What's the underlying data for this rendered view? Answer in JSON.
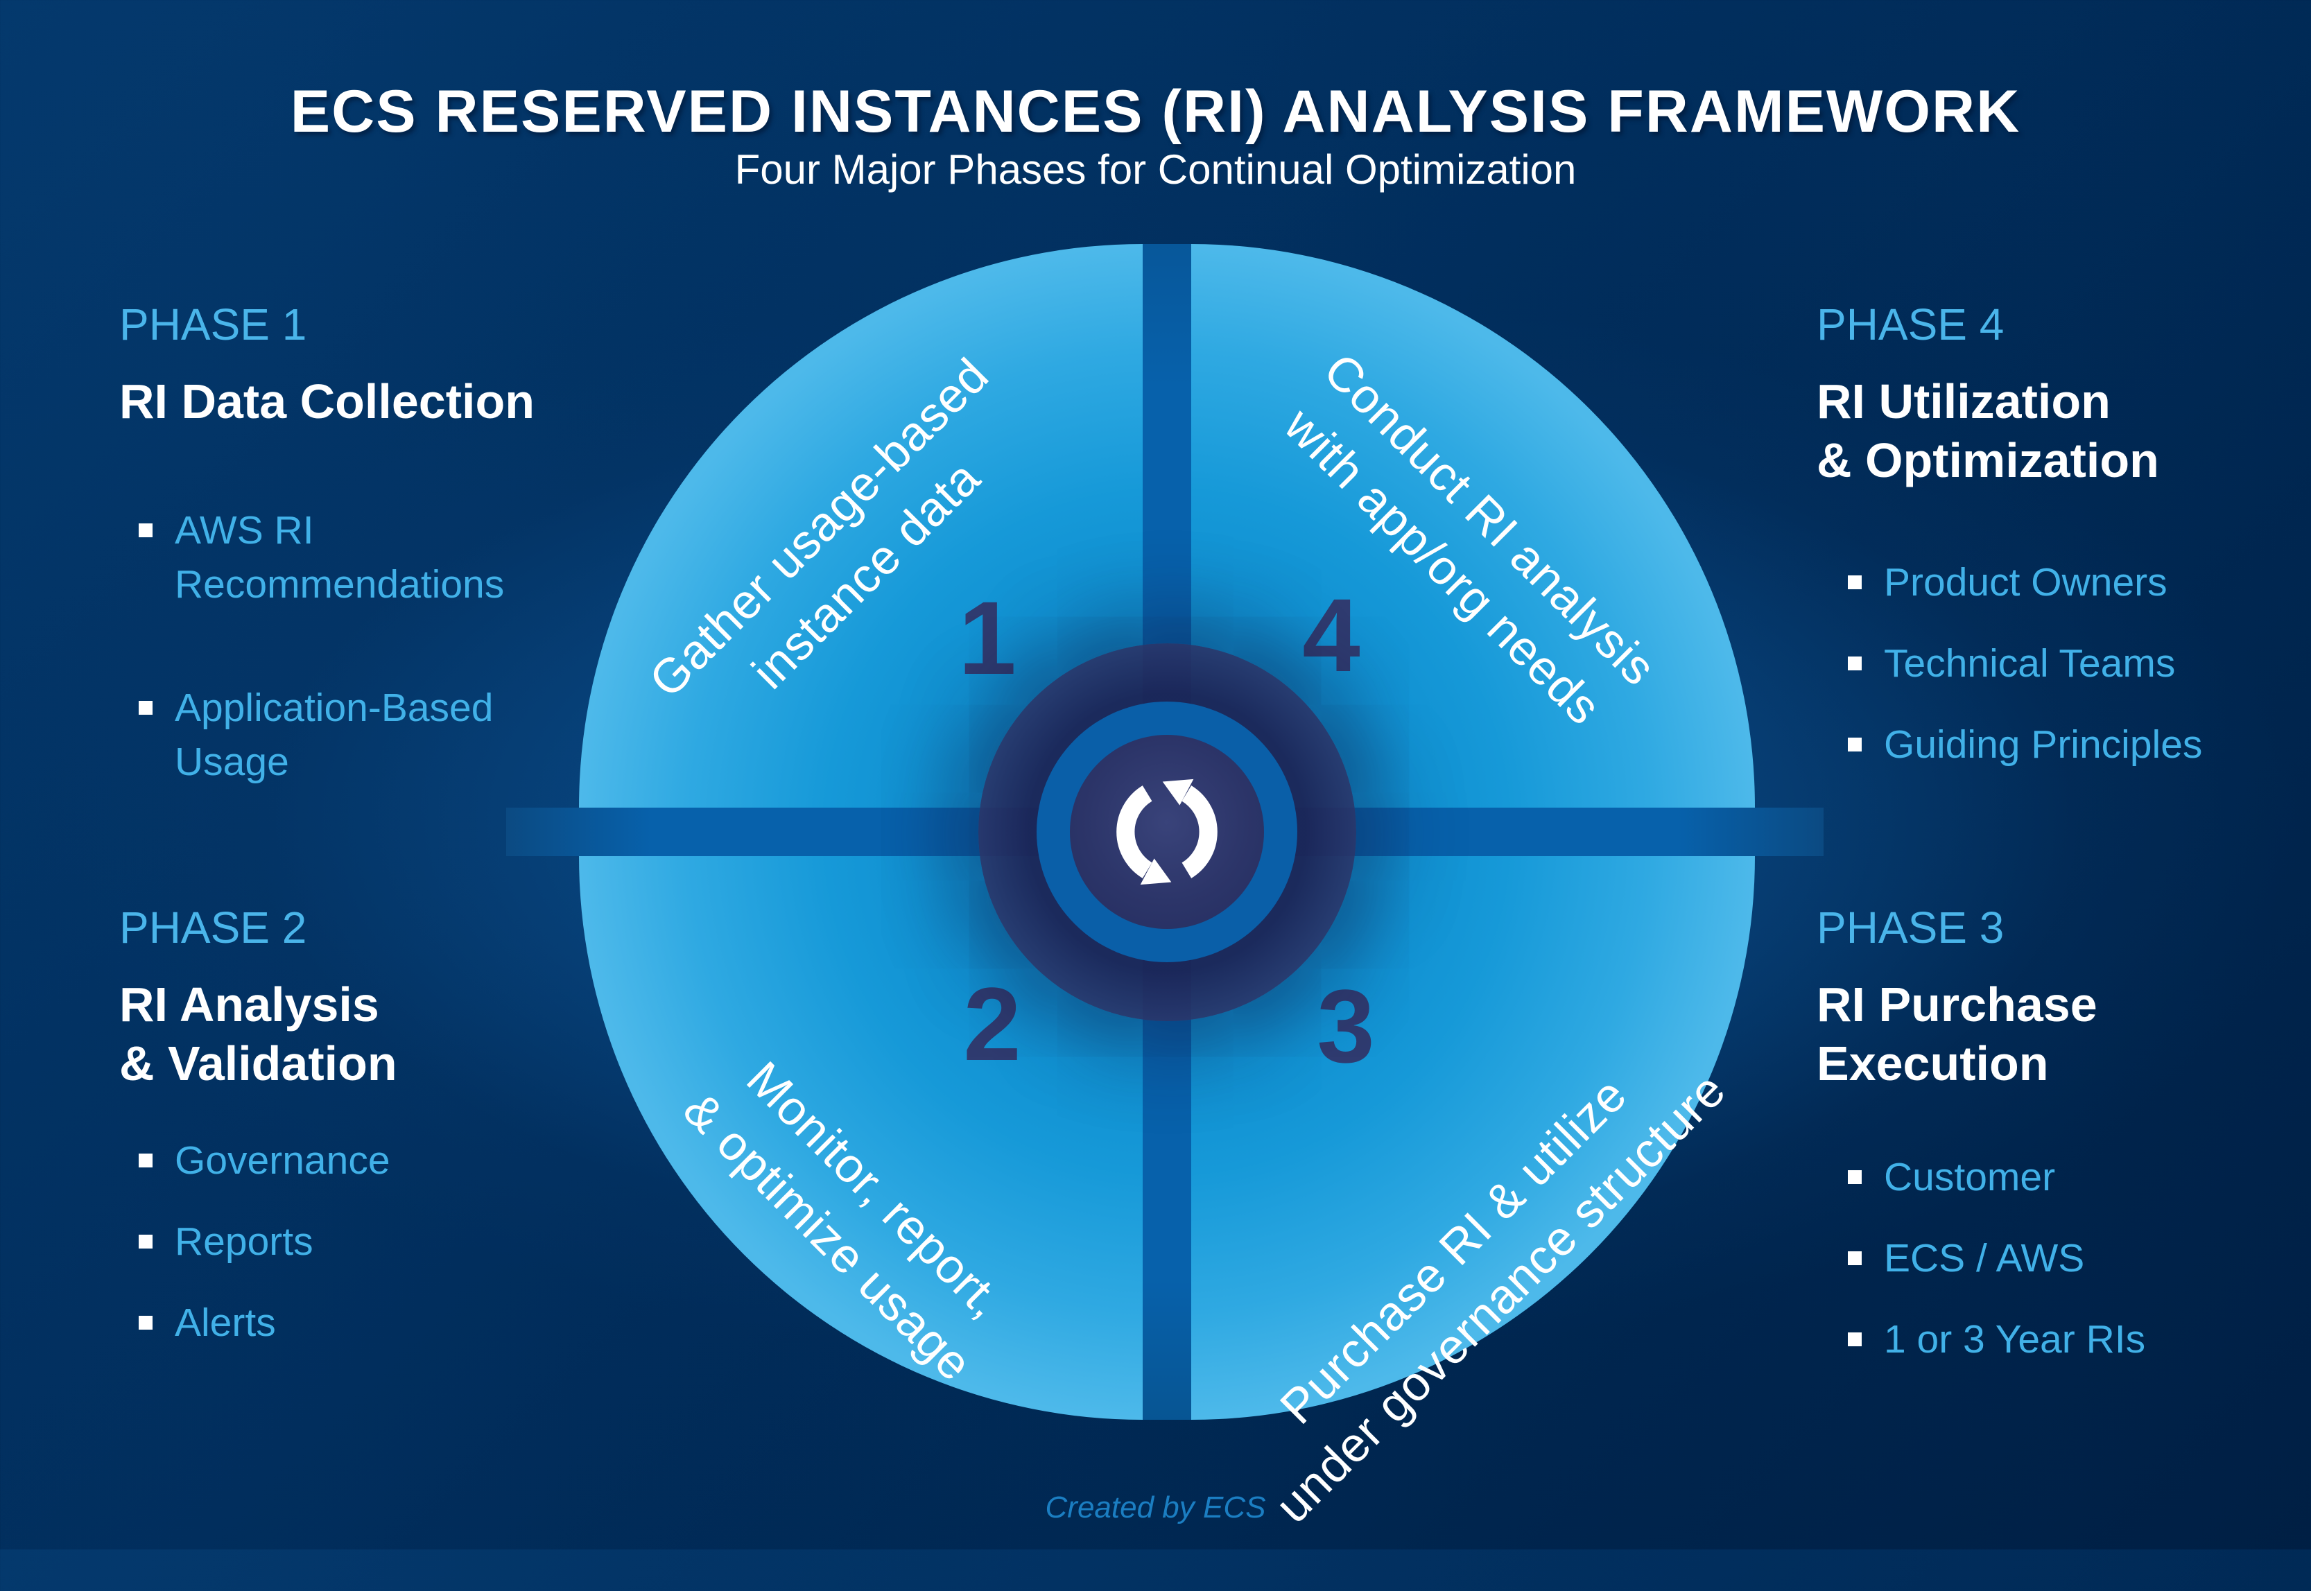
{
  "title": "ECS RESERVED INSTANCES (RI) ANALYSIS FRAMEWORK",
  "subtitle": "Four Major Phases for Continual Optimization",
  "footer_credit": "Created by ECS",
  "colors": {
    "background_navy": "#012e5d",
    "quadrant_blue": "#2aa7e1",
    "cross_bar_blue": "#0761ab",
    "hub_navy": "#2c3569",
    "phase_label_blue": "#4ab5ea",
    "bullet_text_blue": "#41b1e8",
    "heading_white": "#ffffff",
    "number_navy": "#2f3b70",
    "footer_blue": "#1b7ec2"
  },
  "phases": [
    {
      "label": "PHASE 1",
      "heading_lines": [
        "RI Data Collection",
        ""
      ],
      "bullets": [
        "AWS RI Recommendations",
        "Application-Based Usage"
      ]
    },
    {
      "label": "PHASE 2",
      "heading_lines": [
        "RI Analysis",
        "& Validation"
      ],
      "bullets": [
        "Governance",
        "Reports",
        "Alerts"
      ]
    },
    {
      "label": "PHASE 3",
      "heading_lines": [
        "RI Purchase",
        "Execution"
      ],
      "bullets": [
        "Customer",
        "ECS / AWS",
        "1 or 3 Year RIs"
      ]
    },
    {
      "label": "PHASE 4",
      "heading_lines": [
        "RI Utilization",
        "& Optimization"
      ],
      "bullets": [
        "Product Owners",
        "Technical Teams",
        "Guiding Principles"
      ]
    }
  ],
  "quadrants": [
    {
      "number": "1",
      "label_lines": [
        "Gather usage-based",
        "instance data"
      ]
    },
    {
      "number": "2",
      "label_lines": [
        "Monitor, report,",
        "& optimize usage"
      ]
    },
    {
      "number": "3",
      "label_lines": [
        "Purchase RI & utilize",
        "under governance structure"
      ]
    },
    {
      "number": "4",
      "label_lines": [
        "Conduct RI analysis",
        "with app/org needs"
      ]
    }
  ],
  "center_icon": "cycle-arrows-icon"
}
